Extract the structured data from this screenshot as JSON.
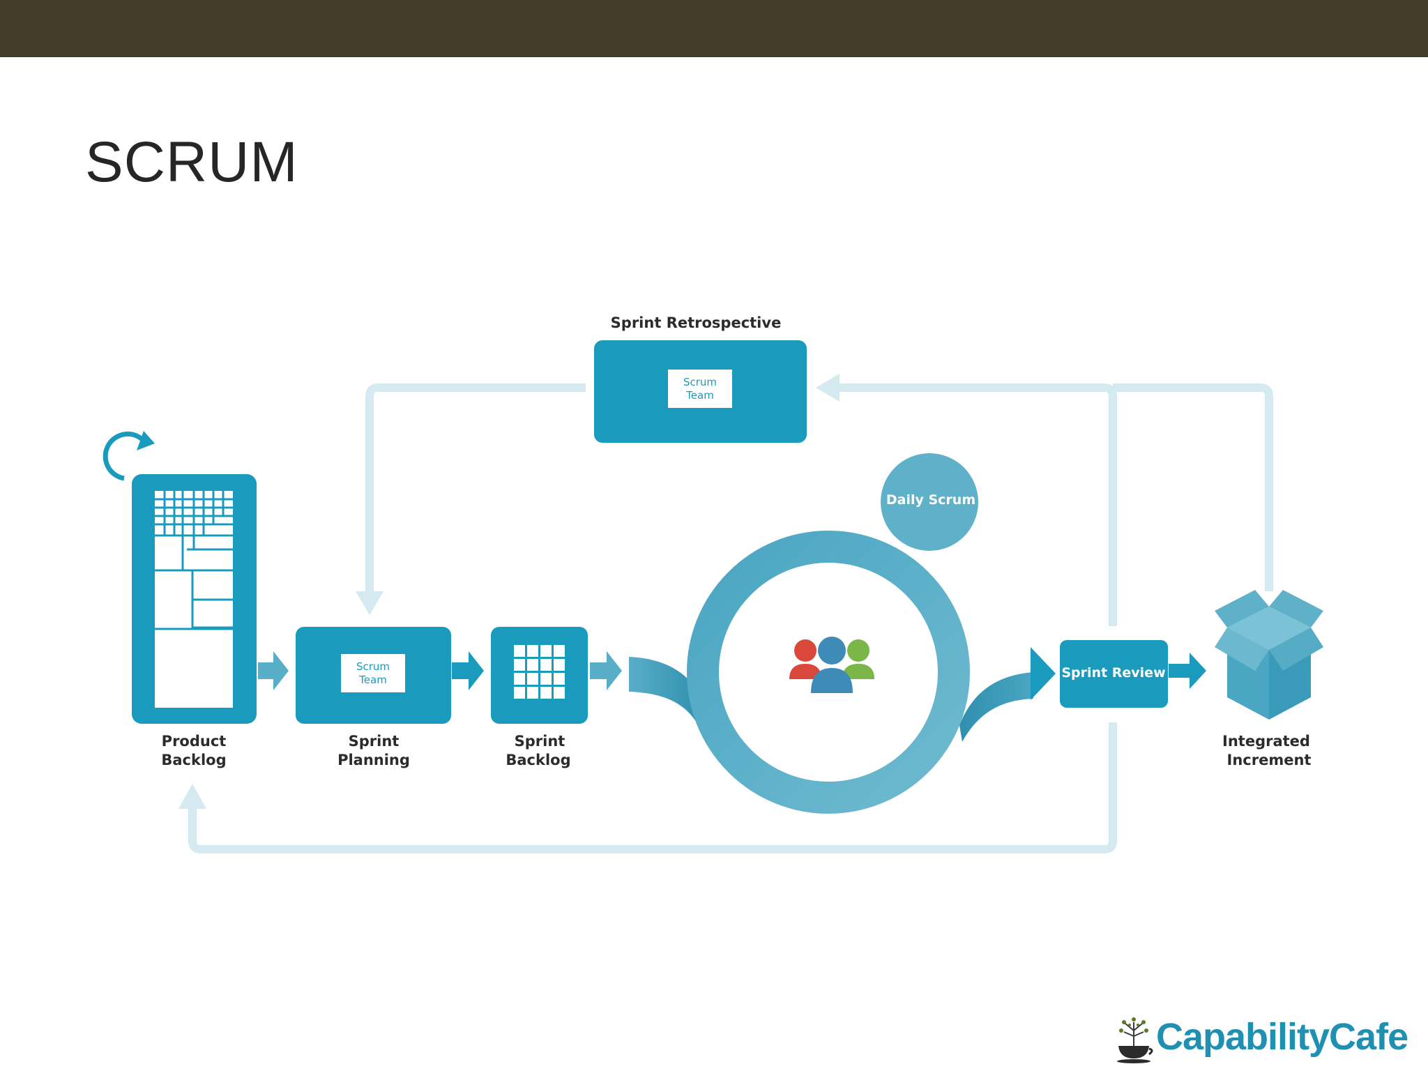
{
  "slide": {
    "title": "SCRUM"
  },
  "diagram": {
    "nodes": {
      "product_backlog": {
        "line1": "Product",
        "line2": "Backlog"
      },
      "sprint_planning": {
        "line1": "Sprint",
        "line2": "Planning",
        "inner_line1": "Scrum",
        "inner_line2": "Team"
      },
      "sprint_backlog": {
        "line1": "Sprint",
        "line2": "Backlog"
      },
      "sprint_retrospective": {
        "label": "Sprint Retrospective",
        "inner_line1": "Scrum",
        "inner_line2": "Team"
      },
      "daily_scrum": {
        "label": "Daily Scrum"
      },
      "sprint_review": {
        "label": "Sprint Review"
      },
      "integrated_increment": {
        "line1": "Integrated",
        "line2": "Increment"
      }
    },
    "colors": {
      "primary": "#1a9bbd",
      "ring": "#5fb1c9",
      "light_arrow": "#d4e9f0",
      "person_red": "#d9483b",
      "person_blue": "#3f8bb7",
      "person_green": "#7ab648"
    }
  },
  "branding": {
    "logo_text": "CapabilityCafe",
    "logo_icon": "coffee-cup-tree-icon"
  }
}
